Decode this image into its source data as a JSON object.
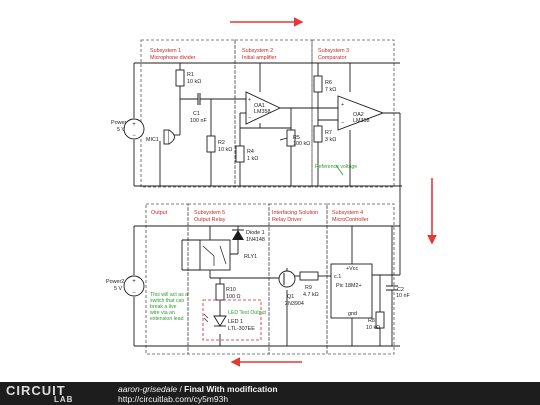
{
  "subsystems": {
    "s1_title": "Subsystem 1",
    "s1_sub": "Microphone divider",
    "s2_title": "Subsystem 2",
    "s2_sub": "Initial amplifier",
    "s3_title": "Subsystem 3",
    "s3_sub": "Comparator",
    "s5_title": "Subsystem 5",
    "s5_sub": "Output Relay",
    "output_title": "Output",
    "iface_title": "Interfacing Solution",
    "iface_sub": "Relay Driver",
    "s4_title": "Subsystem 4",
    "s4_sub": "MicroController"
  },
  "components": {
    "r1_name": "R1",
    "r1_val": "10 kΩ",
    "c1_name": "C1",
    "c1_val": "100 nF",
    "r2_name": "R2",
    "r2_val": "10 kΩ",
    "mic_name": "MIC1",
    "oa1_name": "OA1",
    "oa1_part": "LM358",
    "r4_name": "R4",
    "r4_val": "1 kΩ",
    "r5_name": "R5",
    "r5_val": "100 kΩ",
    "r6_name": "R6",
    "r6_val": "7 kΩ",
    "r7_name": "R7",
    "r7_val": "3 kΩ",
    "oa2_name": "OA2",
    "oa2_part": "LM358",
    "d1_name": "Diode 1",
    "d1_part": "1N4148",
    "rly_name": "RLY1",
    "r10_name": "R10",
    "r10_val": "100 Ω",
    "led_name": "LED 1",
    "led_part": "LTL-307EE",
    "q1_name": "Q1",
    "q1_part": "2N3904",
    "r9_name": "R9",
    "r9_val": "4.7 kΩ",
    "pic_name": "Pic 18M2+",
    "c2_name": "C2",
    "c2_val": "10 nF",
    "r8_name": "R8",
    "r8_val": "10 kΩ",
    "power1_name": "Power",
    "power1_val": "5 V",
    "power2_name": "Power2",
    "power2_val": "5 V",
    "pin_vcc": "+Vcc",
    "pin_gnd": "gnd",
    "pin_in": "c.1"
  },
  "notes": {
    "reference_voltage": "Reference voltage",
    "relay_note_1": "This will act as a",
    "relay_note_2": "switch that can",
    "relay_note_3": "break a live",
    "relay_note_4": "wire via an",
    "relay_note_5": "extension lead",
    "led_test": "LED Test Output"
  },
  "footer": {
    "logo_top": "CIRCUIT",
    "logo_bottom": "LAB",
    "author": "aaron-grisedale",
    "separator": " / ",
    "title": "Final With modification",
    "url": "http://circuitlab.com/cy5m93h"
  },
  "colors": {
    "wire": "#1c1c1c",
    "box": "#555555",
    "title": "#c62828",
    "note": "#2e9e2e",
    "arrow": "#e53935",
    "footer_bg": "#1d1d1d"
  }
}
